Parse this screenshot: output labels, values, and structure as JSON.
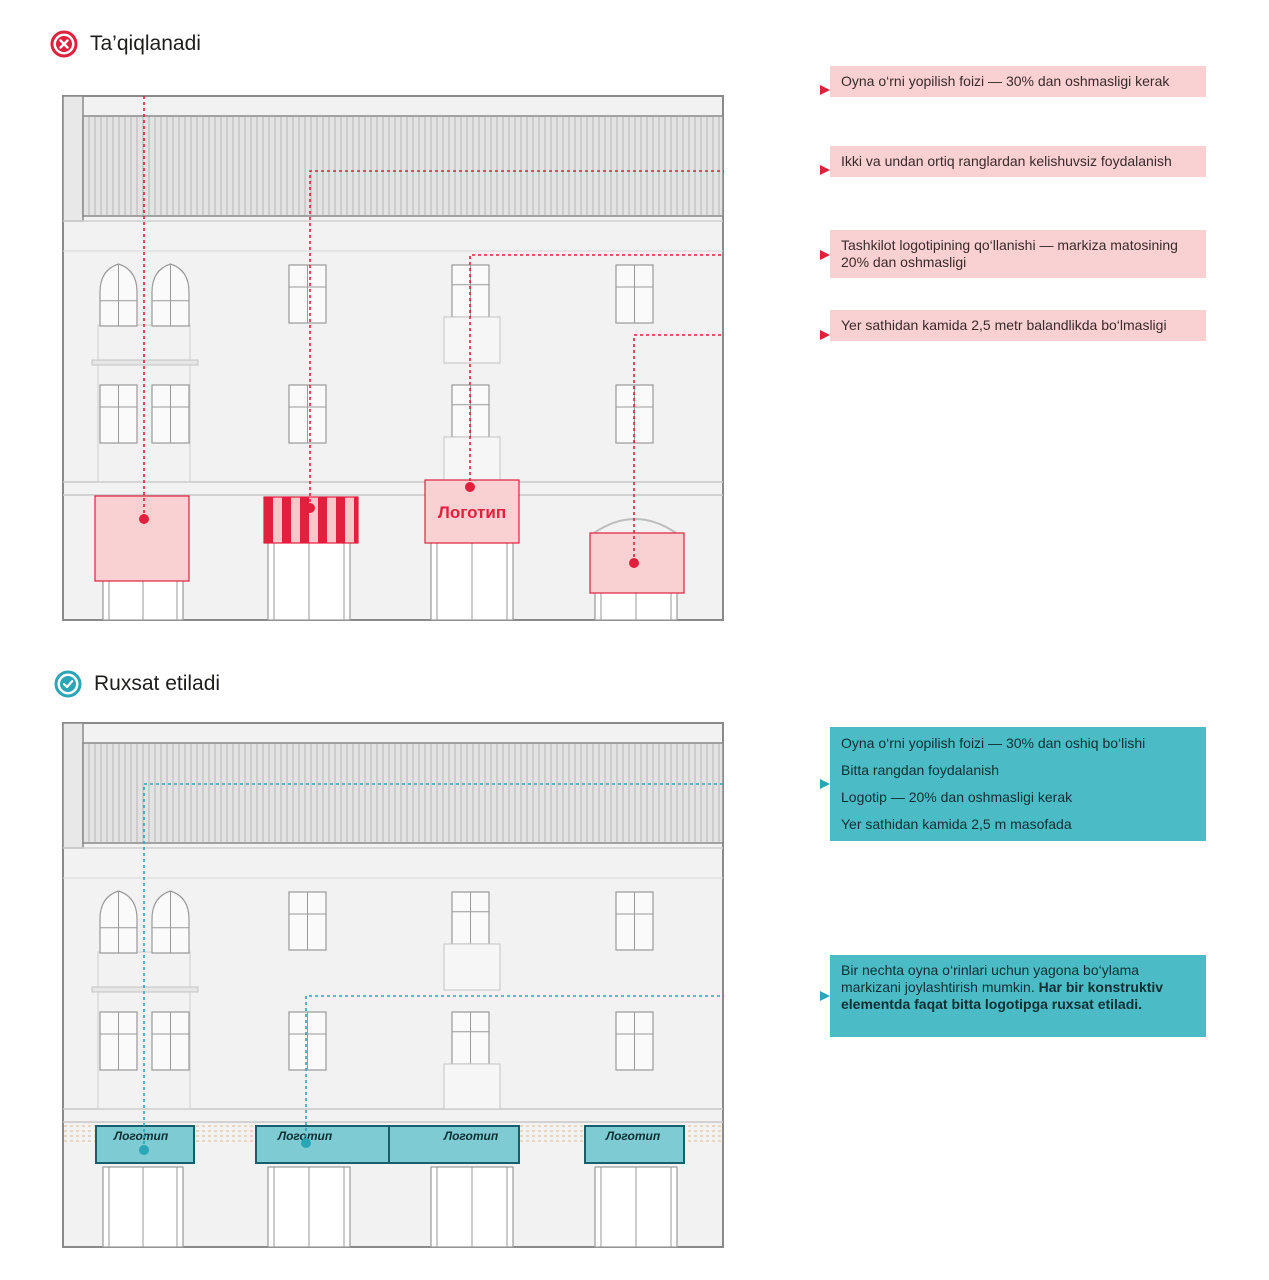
{
  "sections": {
    "forbidden": {
      "title": "Ta’qiqlanadi",
      "icon": "x-circle-icon",
      "color": "#e0203c",
      "sign_text": "Логотип",
      "callouts": [
        "Oyna o‘rni yopilish foizi — 30% dan oshmasligi kerak",
        "Ikki va undan ortiq ranglardan kelishuvsiz foydalanish",
        "Tashkilot logotipining qo‘llanishi — markiza matosining 20% dan oshmasligi",
        "Yer sathidan kamida 2,5 metr balandlikda bo‘lmasligi"
      ]
    },
    "allowed": {
      "title": "Ruxsat etiladi",
      "icon": "check-circle-icon",
      "color": "#2aa6b6",
      "sign_labels": [
        "Логотип",
        "Логотип",
        "Логотип",
        "Логотип"
      ],
      "callout_lines": [
        "Oyna o‘rni yopilish foizi — 30% dan oshiq bo‘lishi",
        "Bitta rangdan foydalanish",
        "Logotip — 20% dan oshmasligi kerak",
        "Yer sathidan kamida 2,5 m masofada"
      ],
      "callout2_normal": "Bir nechta oyna o‘rinlari uchun yagona bo‘ylama markizani joylashtirish mumkin.",
      "callout2_bold": "Har bir konstruktiv elementda faqat bitta logotipga ruxsat etiladi."
    }
  },
  "colors": {
    "red_accent": "#e0203c",
    "red_fill": "#f9d1d2",
    "teal_accent": "#2aa6b6",
    "teal_fill": "#4bbcc6",
    "sign_teal": "#7ecbd3",
    "sign_teal_border": "#17606a",
    "facade": "#f2f2f2",
    "roof": "#e3e3e3",
    "line": "#9a9a9a"
  }
}
